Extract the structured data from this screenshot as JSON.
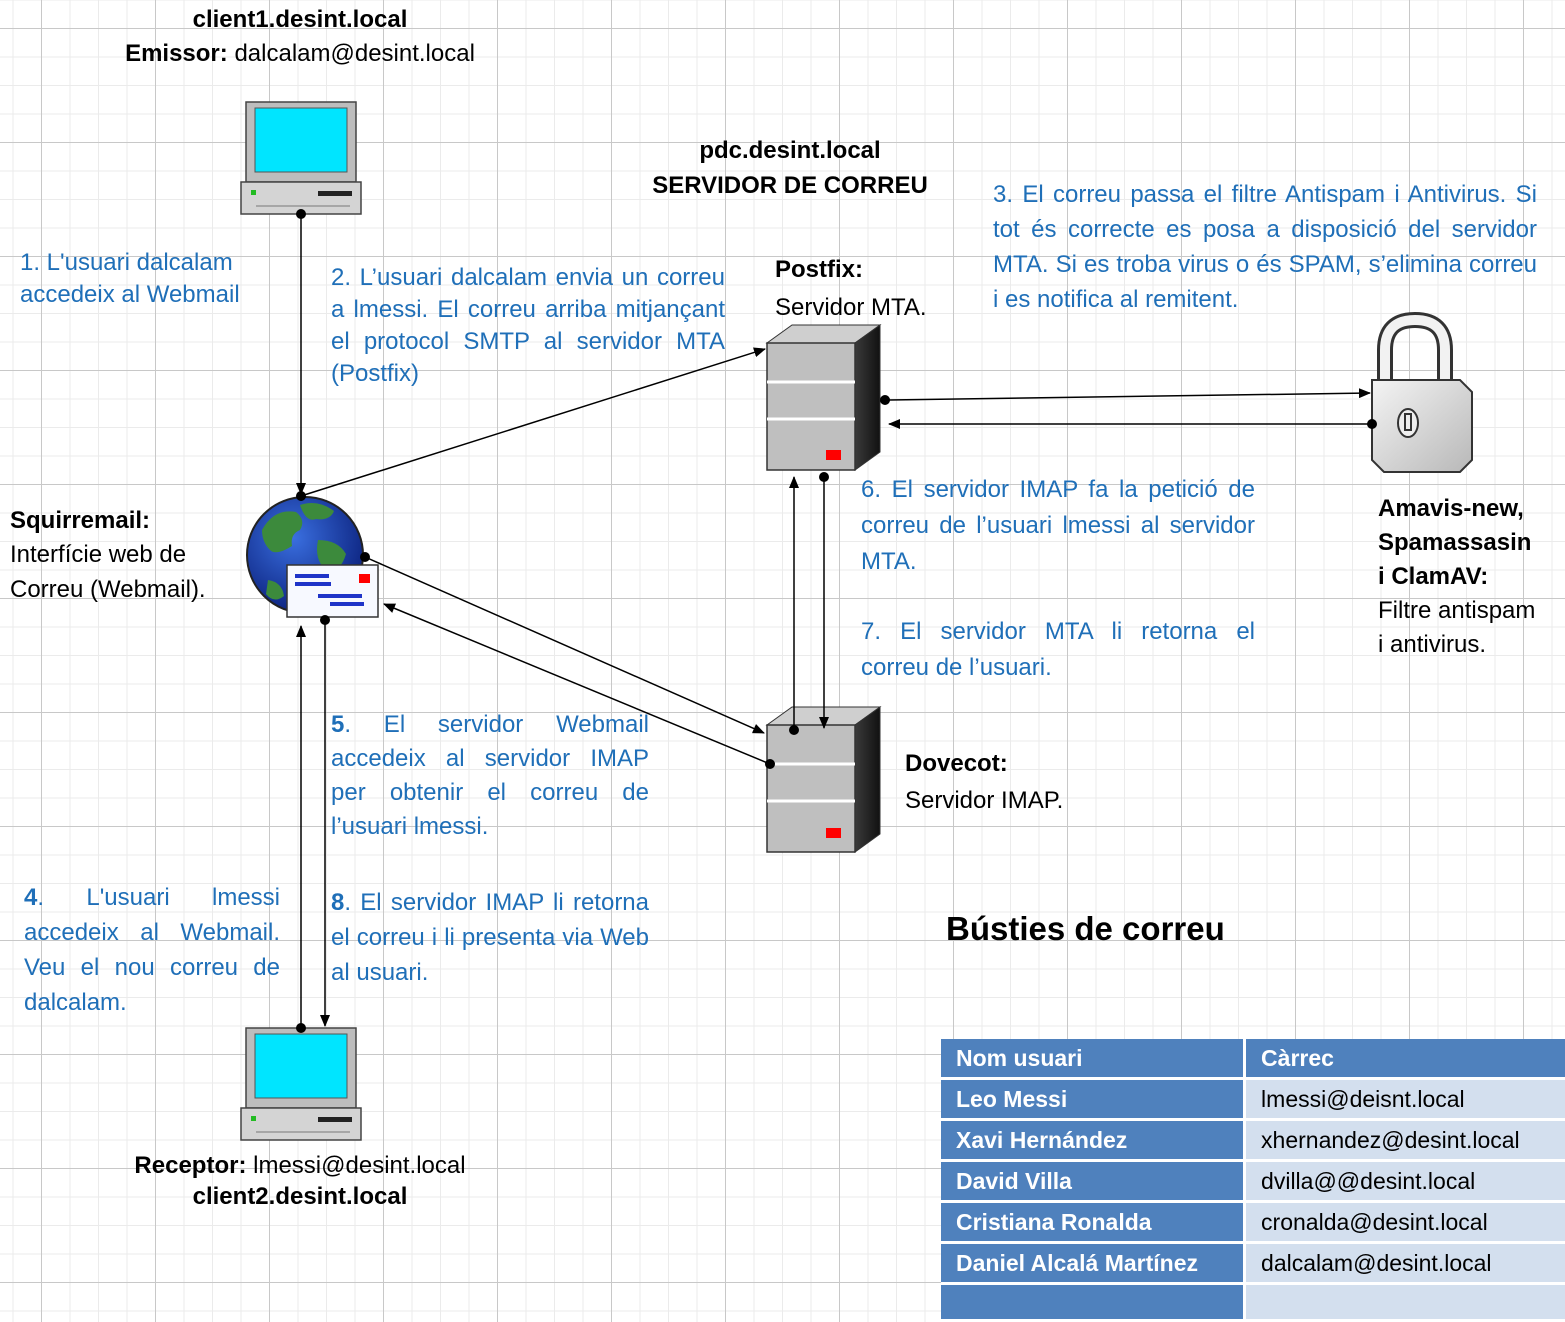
{
  "client1": {
    "host": "client1.desint.local",
    "role": "Emissor:",
    "email": "dalcalam@desint.local"
  },
  "client2": {
    "role": "Receptor:",
    "email": "lmessi@desint.local",
    "host": "client2.desint.local"
  },
  "server": {
    "host": "pdc.desint.local",
    "title": "SERVIDOR DE CORREU"
  },
  "postfix": {
    "name": "Postfix:",
    "desc": "Servidor MTA."
  },
  "dovecot": {
    "name": "Dovecot:",
    "desc": "Servidor IMAP."
  },
  "squirrelmail": {
    "name": "Squirremail:",
    "desc_line1": "Interfície web de",
    "desc_line2": "Correu (Webmail)."
  },
  "filter": {
    "name_line1": "Amavis-new,",
    "name_line2": "Spamassasin",
    "name_line3": "i ClamAV:",
    "desc_line1": "Filtre antispam",
    "desc_line2": "i antivirus."
  },
  "steps": {
    "s1": "1. L'usuari dalcalam accedeix al Webmail",
    "s2": "2. L’usuari dalcalam envia un correu a lmessi. El correu arriba mitjançant el protocol SMTP al servidor MTA (Postfix)",
    "s3": "3. El correu passa el filtre Antispam i Antivirus. Si tot és correcte es posa a disposició del servidor MTA. Si es troba virus o és SPAM, s’elimina correu i es notifica al remitent.",
    "s4_num": "4",
    "s4": ". L'usuari lmessi accedeix al Webmail. Veu el nou correu de dalcalam.",
    "s5_num": "5",
    "s5": ". El servidor Webmail accedeix al servidor IMAP per obtenir el correu de l’usuari lmessi.",
    "s6": "6. El servidor IMAP fa la petició de correu de l’usuari lmessi al servidor MTA.",
    "s7": "7. El servidor MTA li retorna el correu de l’usuari.",
    "s8_num": "8",
    "s8": ". El servidor IMAP li retorna el correu i li presenta via Web al usuari."
  },
  "mailboxes": {
    "title": "Bústies de correu",
    "headers": [
      "Nom usuari",
      "Càrrec"
    ],
    "rows": [
      [
        "Leo Messi",
        "lmessi@deisnt.local"
      ],
      [
        "Xavi Hernández",
        "xhernandez@desint.local"
      ],
      [
        "David Villa",
        "dvilla@@desint.local"
      ],
      [
        "Cristiana Ronalda",
        "cronalda@desint.local"
      ],
      [
        "Daniel Alcalá Martínez",
        "dalcalam@desint.local"
      ]
    ]
  },
  "colors": {
    "step_text": "#1f6fb8",
    "table_header": "#4f81bd",
    "table_cell": "#d3dfee",
    "screen": "#00e5ff",
    "led": "#ff0000"
  }
}
